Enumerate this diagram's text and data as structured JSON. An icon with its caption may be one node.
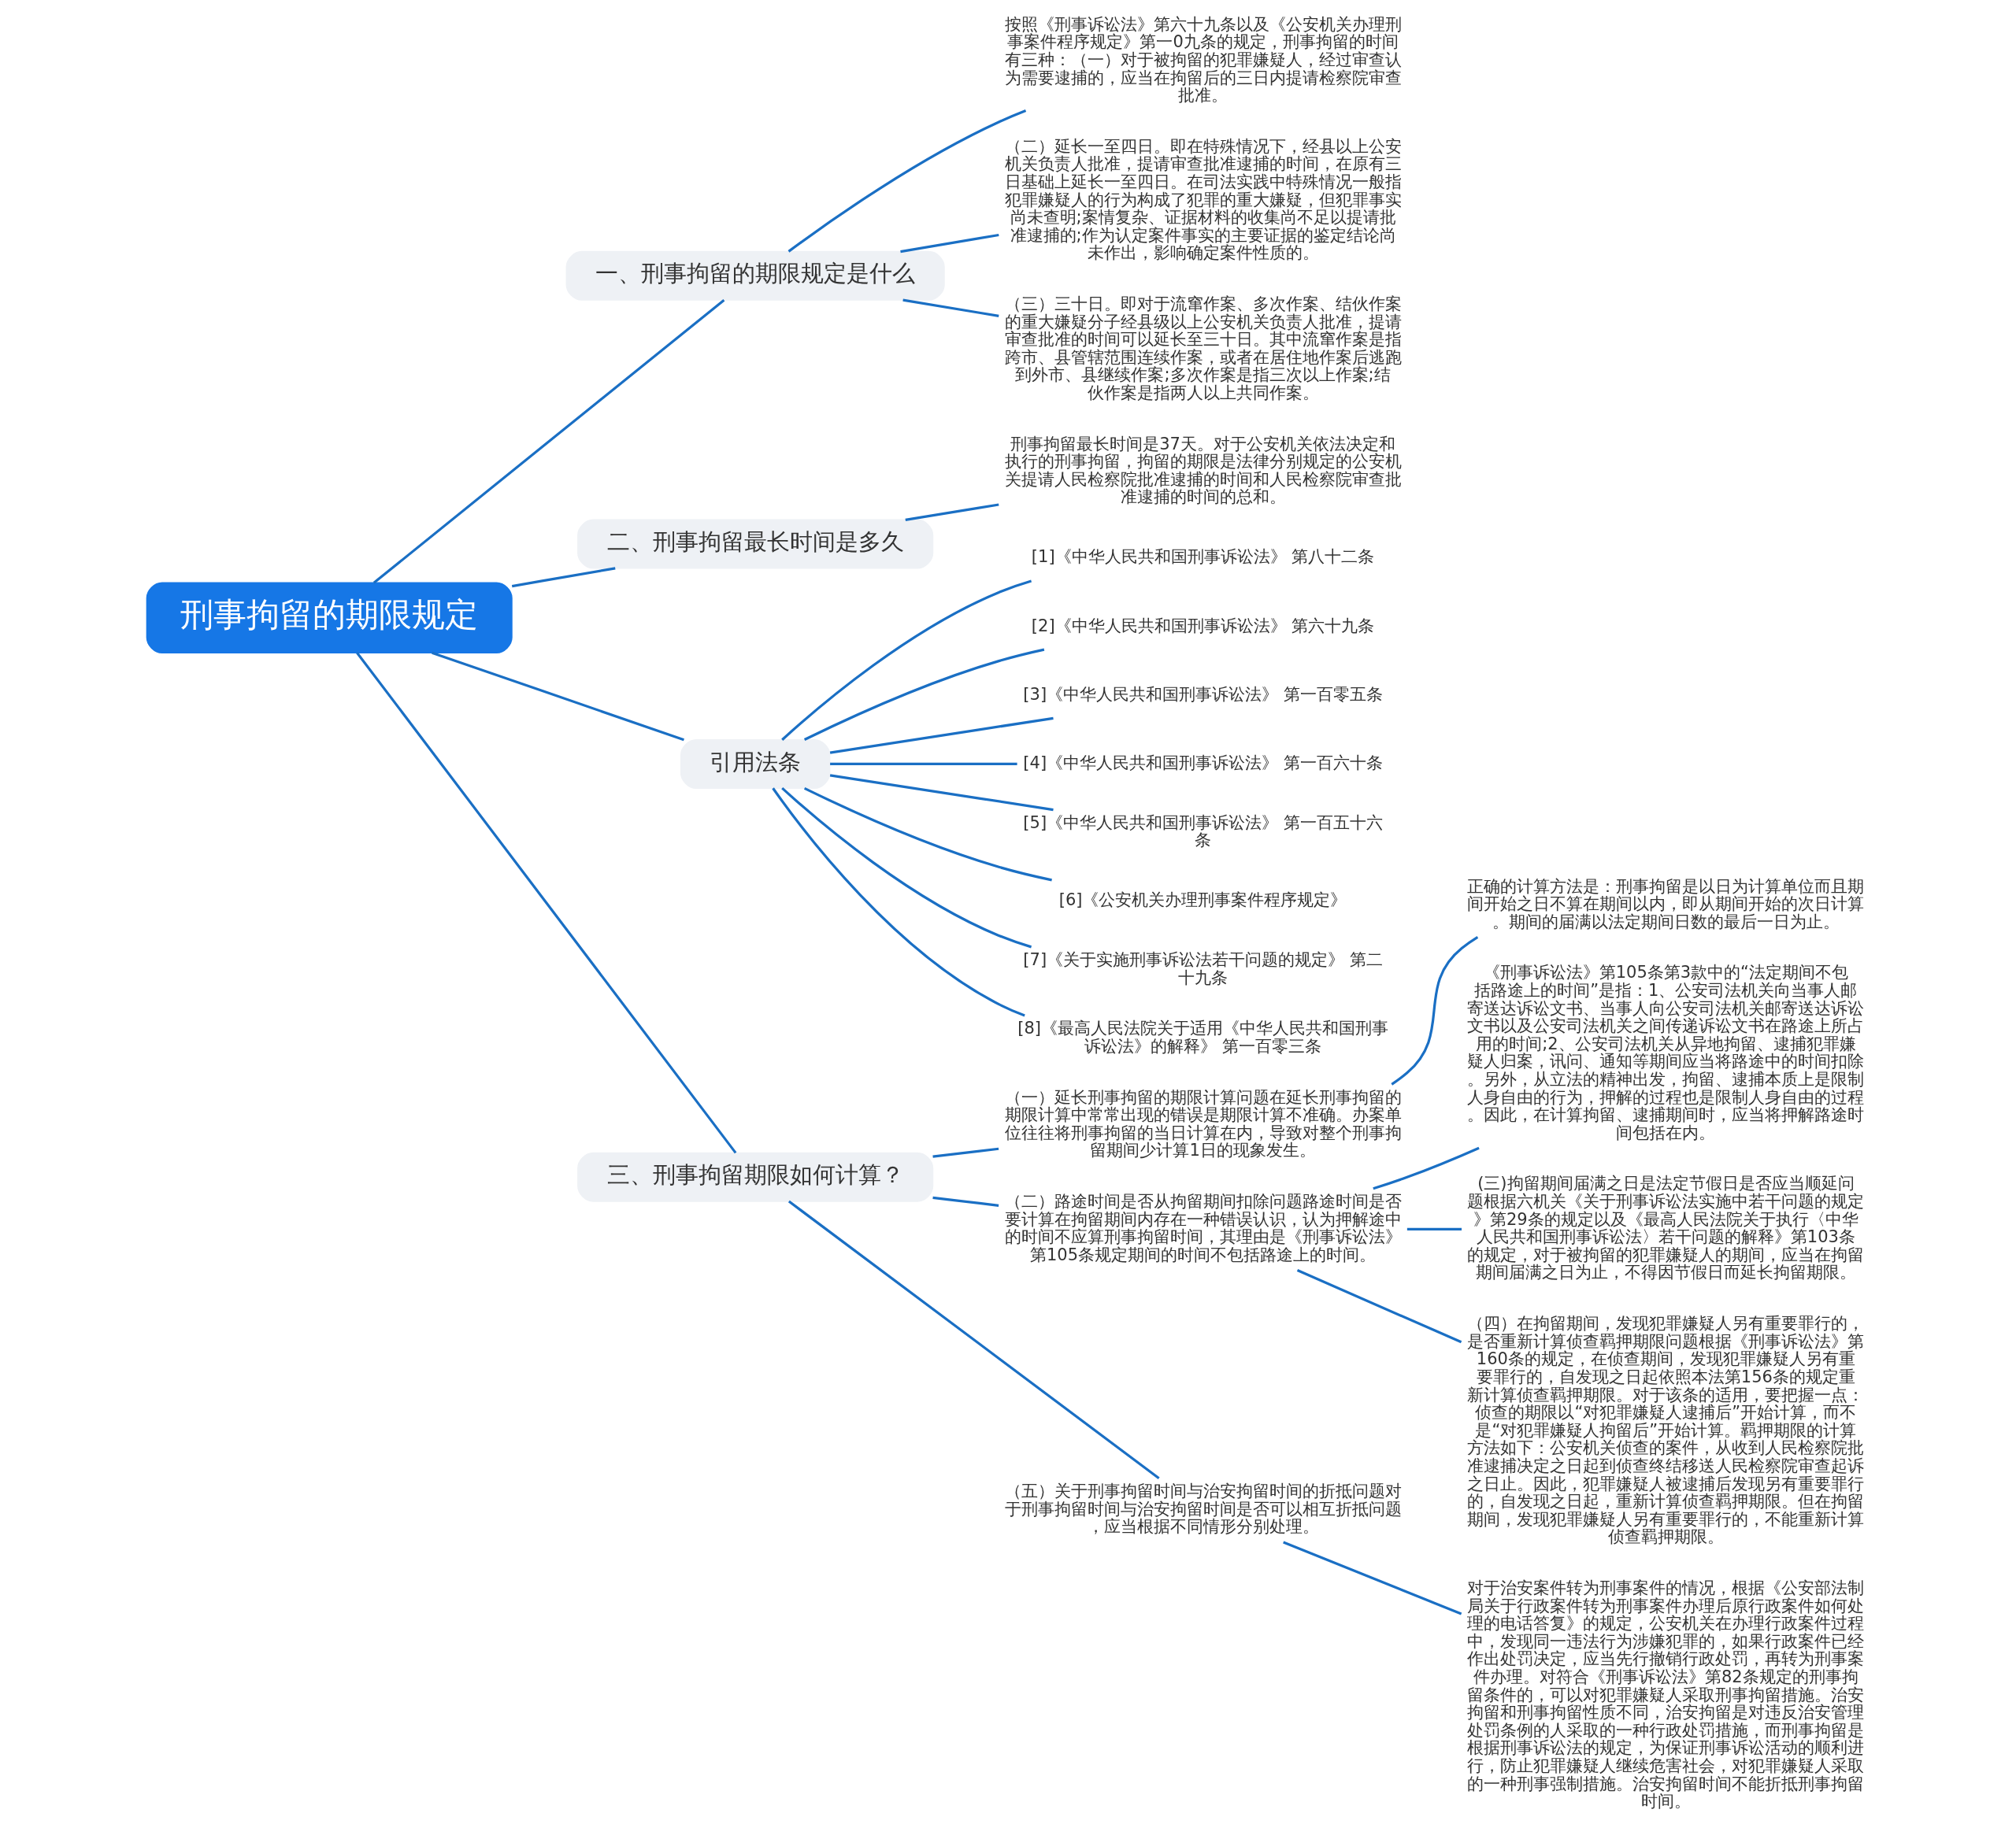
{
  "diagram": {
    "nodes": [
      {
        "text": [
          "刑事拘留的期限规定"
        ]
      },
      {
        "text": [
          "一、刑事拘留的期限规定是什么"
        ]
      },
      {
        "text": [
          "按照《刑事诉讼法》第六十九条以及《公安机关办理刑事案件程序规定》第一0九条的规定，刑事拘留的时间有三种：（一）对于被拘留的犯罪嫌疑人，经过审查认为需要逮捕的，应当在拘留后的三日内提请检察院审查批准。"
        ]
      },
      {
        "text": [
          "（二）延长一至四日。即在特殊情况下，经县以上公安机关负责人批准，提请审查批准逮捕的时间，在原有三日基础上延长一至四日。在司法实践中特殊情况一般指犯罪嫌疑人的行为构成了犯罪的重大嫌疑，但犯罪事实尚未查明;案情复杂、证据材料的收集尚不足以提请批准逮捕的;作为认定案件事实的主要证据的鉴定结论尚未作出，影响确定案件性质的。"
        ]
      },
      {
        "text": [
          "（三）三十日。即对于流窜作案、多次作案、结伙作案的重大嫌疑分子经县级以上公安机关负责人批准，提请审查批准的时间可以延长至三十日。其中流窜作案是指跨市、县管辖范围连续作案，或者在居住地作案后逃跑到外市、县继续作案;多次作案是指三次以上作案;结伙作案是指两人以上共同作案。"
        ]
      },
      {
        "text": [
          "二、刑事拘留最长时间是多久"
        ]
      },
      {
        "text": [
          "刑事拘留最长时间是37天。对于公安机关依法决定和执行的刑事拘留，拘留的期限是法律分别规定的公安机关提请人民检察院批准逮捕的时间和人民检察院审查批准逮捕的时间的总和。"
        ]
      },
      {
        "text": [
          "引用法条"
        ]
      },
      {
        "text": [
          "[1]《中华人民共和国刑事诉讼法》 第八十二条"
        ]
      },
      {
        "text": [
          "[2]《中华人民共和国刑事诉讼法》 第六十九条"
        ]
      },
      {
        "text": [
          "[3]《中华人民共和国刑事诉讼法》 第一百零五条"
        ]
      },
      {
        "text": [
          "[4]《中华人民共和国刑事诉讼法》 第一百六十条"
        ]
      },
      {
        "text": [
          "[5]《中华人民共和国刑事诉讼法》 第一百五十六条"
        ]
      },
      {
        "text": [
          "[6]《公安机关办理刑事案件程序规定》"
        ]
      },
      {
        "text": [
          "[7]《关于实施刑事诉讼法若干问题的规定》 第二十九条"
        ]
      },
      {
        "text": [
          "[8]《最高人民法院关于适用《中华人民共和国刑事诉讼法》的解释》 第一百零三条"
        ]
      },
      {
        "text": [
          "三、刑事拘留期限如何计算？"
        ]
      },
      {
        "text": [
          "（一）延长刑事拘留的期限计算问题在延长刑事拘留的期限计算中常常出现的错误是期限计算不准确。办案单位往往将刑事拘留的当日计算在内，导致对整个刑事拘留期间少计算1日的现象发生。"
        ]
      },
      {
        "text": [
          "正确的计算方法是：刑事拘留是以日为计算单位而且期间开始之日不算在期间以内，即从期间开始的次日计算。期间的届满以法定期间日数的最后一日为止。"
        ]
      },
      {
        "text": [
          "（二）路途时间是否从拘留期间扣除问题路途时间是否要计算在拘留期间内存在一种错误认识，认为押解途中的时间不应算刑事拘留时间，其理由是《刑事诉讼法》第105条规定期间的时间不包括路途上的时间。"
        ]
      },
      {
        "text": [
          "《刑事诉讼法》第105条第3款中的“法定期间不包括路途上的时间”是指：1、公安司法机关向当事人邮寄送达诉讼文书、当事人向公安司法机关邮寄送达诉讼文书以及公安司法机关之间传递诉讼文书在路途上所占用的时间;2、公安司法机关从异地拘留、逮捕犯罪嫌疑人归案，讯问、通知等期间应当将路途中的时间扣除。另外，从立法的精神出发，拘留、逮捕本质上是限制人身自由的行为，押解的过程也是限制人身自由的过程。因此，在计算拘留、逮捕期间时，应当将押解路途时间包括在内。"
        ]
      },
      {
        "text": [
          "(三)拘留期间届满之日是法定节假日是否应当顺延问题根据六机关《关于刑事诉讼法实施中若干问题的规定》第29条的规定以及《最高人民法院关于执行〈中华人民共和国刑事诉讼法〉若干问题的解释》第103条的规定，对于被拘留的犯罪嫌疑人的期间，应当在拘留期间届满之日为止，不得因节假日而延长拘留期限。"
        ]
      },
      {
        "text": [
          "（四）在拘留期间，发现犯罪嫌疑人另有重要罪行的，是否重新计算侦查羁押期限问题根据《刑事诉讼法》第160条的规定，在侦查期间，发现犯罪嫌疑人另有重要罪行的，自发现之日起依照本法第156条的规定重新计算侦查羁押期限。对于该条的适用，要把握一点：侦查的期限以“对犯罪嫌疑人逮捕后”开始计算，而不是“对犯罪嫌疑人拘留后”开始计算。羁押期限的计算方法如下：公安机关侦查的案件，从收到人民检察院批准逮捕决定之日起到侦查终结移送人民检察院审查起诉之日止。因此，犯罪嫌疑人被逮捕后发现另有重要罪行的，自发现之日起，重新计算侦查羁押期限。但在拘留期间，发现犯罪嫌疑人另有重要罪行的，不能重新计算侦查羁押期限。"
        ]
      },
      {
        "text": [
          "（五）关于刑事拘留时间与治安拘留时间的折抵问题对于刑事拘留时间与治安拘留时间是否可以相互折抵问题，应当根据不同情形分别处理。"
        ]
      },
      {
        "text": [
          "对于治安案件转为刑事案件的情况，根据《公安部法制局关于行政案件转为刑事案件办理后原行政案件如何处理的电话答复》的规定，公安机关在办理行政案件过程中，发现同一违法行为涉嫌犯罪的，如果行政案件已经作出处罚决定，应当先行撤销行政处罚，再转为刑事案件办理。对符合《刑事诉讼法》第82条规定的刑事拘留条件的，可以对犯罪嫌疑人采取刑事拘留措施。治安拘留和刑事拘留性质不同，治安拘留是对违反治安管理处罚条例的人采取的一种行政处罚措施，而刑事拘留是根据刑事诉讼法的规定，为保证刑事诉讼活动的顺利进行，防止犯罪嫌疑人继续危害社会，对犯罪嫌疑人采取的一种刑事强制措施。治安拘留时间不能折抵刑事拘留时间。"
        ]
      }
    ],
    "edges": [
      {
        "from": 0,
        "to": 1,
        "arrow": "none"
      },
      {
        "from": 1,
        "to": 2,
        "arrow": "none"
      },
      {
        "from": 1,
        "to": 3,
        "arrow": "none"
      },
      {
        "from": 1,
        "to": 4,
        "arrow": "none"
      },
      {
        "from": 0,
        "to": 5,
        "arrow": "none"
      },
      {
        "from": 5,
        "to": 6,
        "arrow": "none"
      },
      {
        "from": 0,
        "to": 7,
        "arrow": "none"
      },
      {
        "from": 7,
        "to": 8,
        "arrow": "none"
      },
      {
        "from": 7,
        "to": 9,
        "arrow": "none"
      },
      {
        "from": 7,
        "to": 10,
        "arrow": "none"
      },
      {
        "from": 7,
        "to": 11,
        "arrow": "none"
      },
      {
        "from": 7,
        "to": 12,
        "arrow": "none"
      },
      {
        "from": 7,
        "to": 13,
        "arrow": "none"
      },
      {
        "from": 7,
        "to": 14,
        "arrow": "none"
      },
      {
        "from": 7,
        "to": 15,
        "arrow": "none"
      },
      {
        "from": 0,
        "to": 16,
        "arrow": "none"
      },
      {
        "from": 16,
        "to": 17,
        "arrow": "none"
      },
      {
        "from": 17,
        "to": 18,
        "arrow": "none"
      },
      {
        "from": 16,
        "to": 19,
        "arrow": "none"
      },
      {
        "from": 19,
        "to": 20,
        "arrow": "none"
      },
      {
        "from": 19,
        "to": 21,
        "arrow": "none"
      },
      {
        "from": 19,
        "to": 22,
        "arrow": "none"
      },
      {
        "from": 16,
        "to": 23,
        "arrow": "none"
      },
      {
        "from": 23,
        "to": 24,
        "arrow": "none"
      }
    ]
  }
}
